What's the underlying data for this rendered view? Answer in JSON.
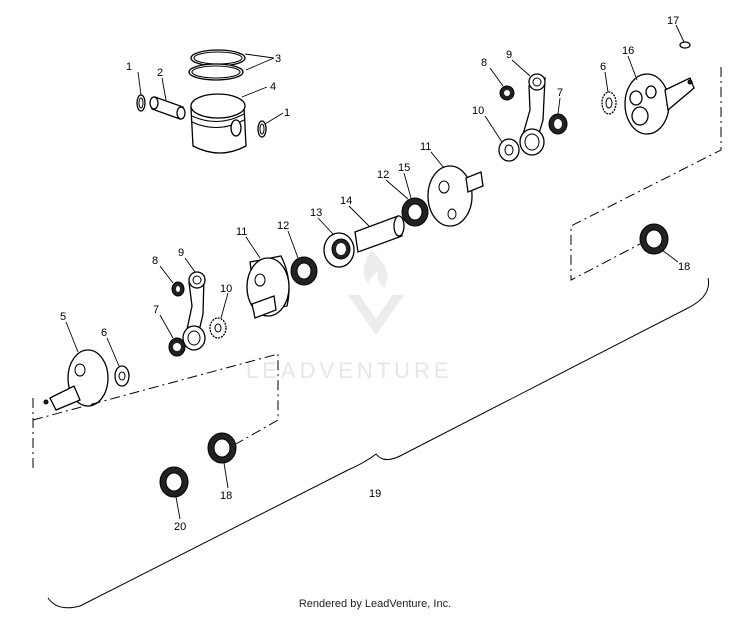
{
  "watermark": {
    "brand": "LEADVENTURE"
  },
  "footer": {
    "credit": "Rendered by LeadVenture, Inc."
  },
  "callouts": {
    "c1a": "1",
    "c2": "2",
    "c3": "3",
    "c4": "4",
    "c1b": "1",
    "c8a": "8",
    "c9a": "9",
    "c6a": "6",
    "c16": "16",
    "c17": "17",
    "c7a": "7",
    "c10a": "10",
    "c11a": "11",
    "c15": "15",
    "c12a": "12",
    "c14": "14",
    "c13": "13",
    "c12b": "12",
    "c11b": "11",
    "c9b": "9",
    "c8b": "8",
    "c10b": "10",
    "c7b": "7",
    "c5": "5",
    "c6b": "6",
    "c18a": "18",
    "c18b": "18",
    "c20": "20",
    "c19": "19"
  }
}
